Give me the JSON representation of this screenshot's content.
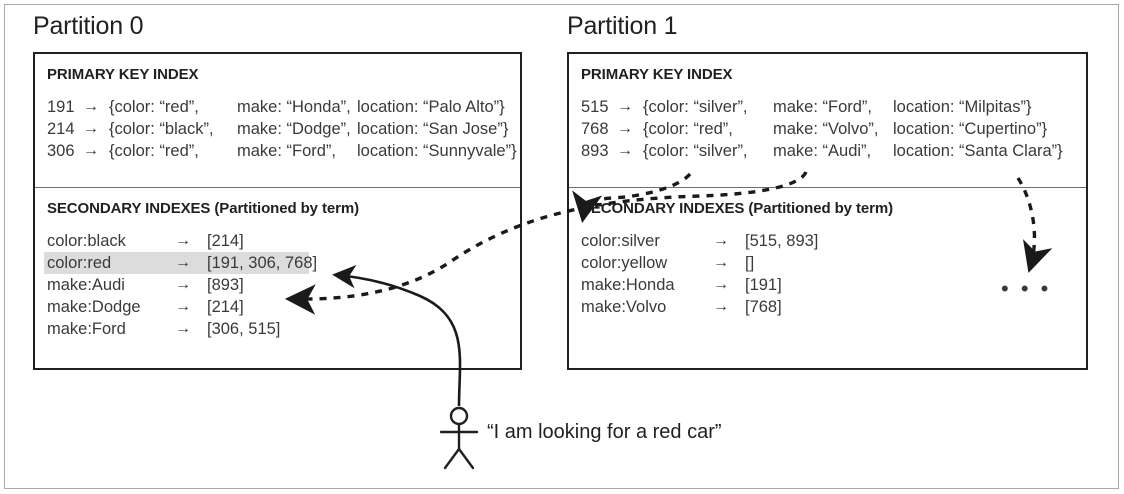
{
  "partitions": [
    {
      "title": "Partition 0",
      "primary_index": {
        "heading": "PRIMARY KEY INDEX",
        "rows": [
          {
            "key": "191",
            "arrow": "→",
            "color": "{color: “red”,",
            "make": "make: “Honda”,",
            "location": "location: “Palo Alto”}"
          },
          {
            "key": "214",
            "arrow": "→",
            "color": "{color: “black”,",
            "make": "make: “Dodge”,",
            "location": "location: “San Jose”}"
          },
          {
            "key": "306",
            "arrow": "→",
            "color": "{color: “red”,",
            "make": "make: “Ford”,",
            "location": "location: “Sunnyvale”}"
          }
        ]
      },
      "secondary_index": {
        "heading": "SECONDARY INDEXES (Partitioned by term)",
        "rows": [
          {
            "term": "color:black",
            "arrow": "→",
            "values": "[214]",
            "highlight": false
          },
          {
            "term": "color:red",
            "arrow": "→",
            "values": "[191, 306, 768]",
            "highlight": true
          },
          {
            "term": "make:Audi",
            "arrow": "→",
            "values": "[893]",
            "highlight": false
          },
          {
            "term": "make:Dodge",
            "arrow": "→",
            "values": "[214]",
            "highlight": false
          },
          {
            "term": "make:Ford",
            "arrow": "→",
            "values": "[306, 515]",
            "highlight": false
          }
        ]
      }
    },
    {
      "title": "Partition 1",
      "primary_index": {
        "heading": "PRIMARY KEY INDEX",
        "rows": [
          {
            "key": "515",
            "arrow": "→",
            "color": "{color: “silver”,",
            "make": "make: “Ford”,",
            "location": "location: “Milpitas”}"
          },
          {
            "key": "768",
            "arrow": "→",
            "color": "{color: “red”,",
            "make": "make: “Volvo”,",
            "location": "location: “Cupertino”}"
          },
          {
            "key": "893",
            "arrow": "→",
            "color": "{color: “silver”,",
            "make": "make: “Audi”,",
            "location": "location: “Santa Clara”}"
          }
        ]
      },
      "secondary_index": {
        "heading": "SECONDARY INDEXES (Partitioned by term)",
        "rows": [
          {
            "term": "color:silver",
            "arrow": "→",
            "values": "[515, 893]",
            "highlight": false
          },
          {
            "term": "color:yellow",
            "arrow": "→",
            "values": "[]",
            "highlight": false
          },
          {
            "term": "make:Honda",
            "arrow": "→",
            "values": "[191]",
            "highlight": false
          },
          {
            "term": "make:Volvo",
            "arrow": "→",
            "values": "[768]",
            "highlight": false
          }
        ],
        "overflow_marker": "• • •"
      }
    }
  ],
  "user": {
    "quote": "“I am looking for a red car”",
    "figure_icon": "stick-figure-user"
  },
  "colors": {
    "text": "#3a3a3a",
    "heading": "#231f20",
    "box_border": "#231f20",
    "frame_border": "#a8a8a8",
    "divider": "#6e6e6e",
    "highlight": "#dcdcdc",
    "arrow": "#1a1a1a"
  }
}
